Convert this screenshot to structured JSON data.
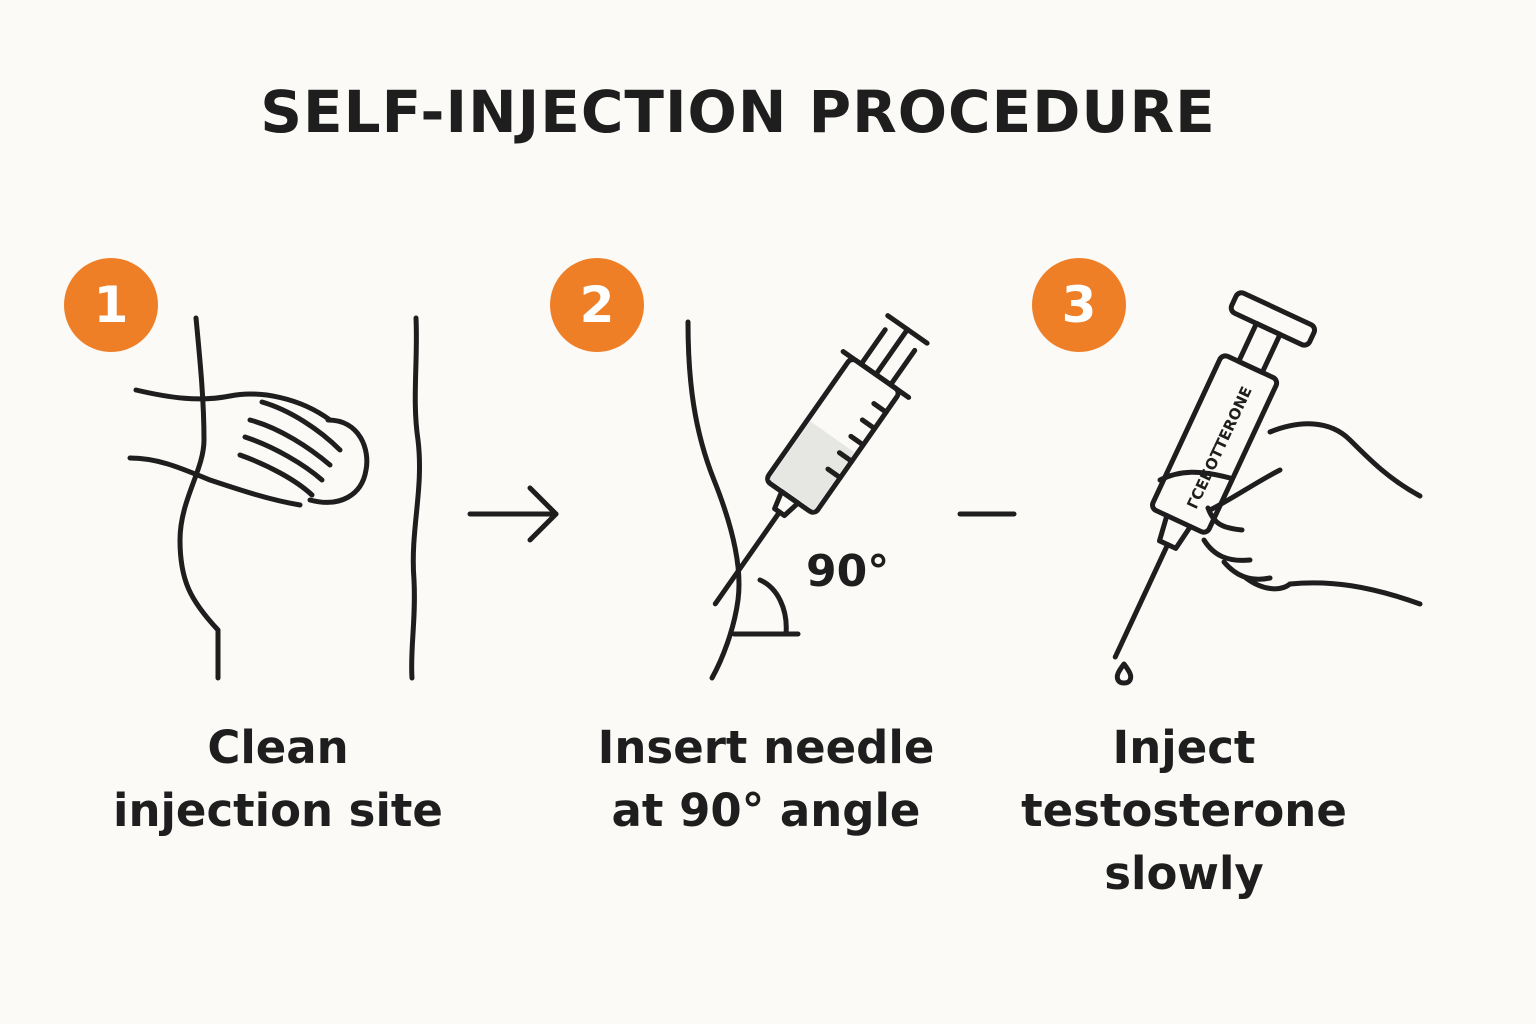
{
  "title": "SELF-INJECTION PROCEDURE",
  "steps": [
    {
      "number": "1",
      "caption_lines": [
        "Clean",
        "injection site"
      ]
    },
    {
      "number": "2",
      "caption_lines": [
        "Insert needle",
        "at 90° angle"
      ]
    },
    {
      "number": "3",
      "caption_lines": [
        "Inject",
        "testosterone",
        "slowly"
      ]
    }
  ],
  "angle_label": "90°",
  "syringe_label": "ГСЕБОТТЕRОNЕ",
  "colors": {
    "accent": "#ef7f27",
    "ink": "#1e1e1e",
    "background": "#fbfaf6"
  }
}
